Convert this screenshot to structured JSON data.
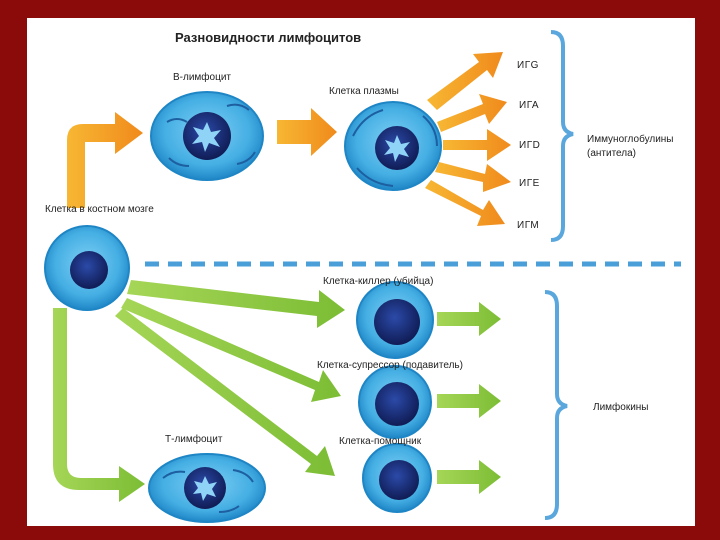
{
  "title": "Разновидности лимфоцитов",
  "labels": {
    "b_lymphocyte": "В-лимфоцит",
    "plasma_cell": "Клетка плазмы",
    "bone_marrow_cell": "Клетка в костном мозге",
    "killer_cell": "Клетка-киллер (убийца)",
    "suppressor_cell": "Клетка-супрессор (подавитель)",
    "t_lymphocyte": "Т-лимфоцит",
    "helper_cell": "Клетка-помощник",
    "lymphokines": "Лимфокины"
  },
  "immunoglobulins": {
    "items": [
      "ИГG",
      "ИГА",
      "ИГD",
      "ИГЕ",
      "ИГМ"
    ],
    "group_label_line1": "Иммуноглобулины",
    "group_label_line2": "(антитела)"
  },
  "colors": {
    "background": "#8b0a0a",
    "orange_arrow": "#f5a623",
    "green_arrow": "#8cc63f",
    "cell_blue": "#4fb6e6",
    "nucleus": "#1a2d7a",
    "divider": "#4a9fd8"
  }
}
